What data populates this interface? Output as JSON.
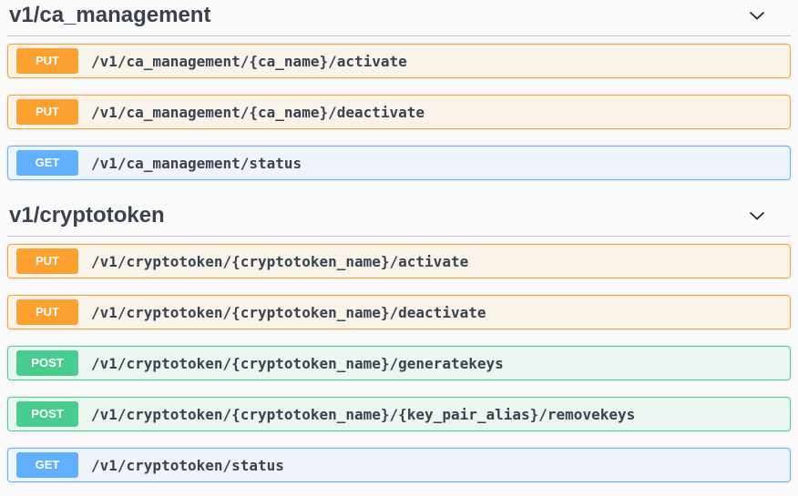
{
  "page": {
    "background": "#fafafa"
  },
  "colors": {
    "put": "#fca130",
    "post": "#49cc90",
    "get": "#61affe",
    "heading_text": "#3b4151",
    "path_text": "#3b4151"
  },
  "icons": {
    "section_collapse": "chevron-down-icon"
  },
  "sections": [
    {
      "title": "v1/ca_management",
      "operations": [
        {
          "method": "PUT",
          "path": "/v1/ca_management/{ca_name}/activate"
        },
        {
          "method": "PUT",
          "path": "/v1/ca_management/{ca_name}/deactivate"
        },
        {
          "method": "GET",
          "path": "/v1/ca_management/status"
        }
      ]
    },
    {
      "title": "v1/cryptotoken",
      "operations": [
        {
          "method": "PUT",
          "path": "/v1/cryptotoken/{cryptotoken_name}/activate"
        },
        {
          "method": "PUT",
          "path": "/v1/cryptotoken/{cryptotoken_name}/deactivate"
        },
        {
          "method": "POST",
          "path": "/v1/cryptotoken/{cryptotoken_name}/generatekeys"
        },
        {
          "method": "POST",
          "path": "/v1/cryptotoken/{cryptotoken_name}/{key_pair_alias}/removekeys"
        },
        {
          "method": "GET",
          "path": "/v1/cryptotoken/status"
        }
      ]
    }
  ]
}
